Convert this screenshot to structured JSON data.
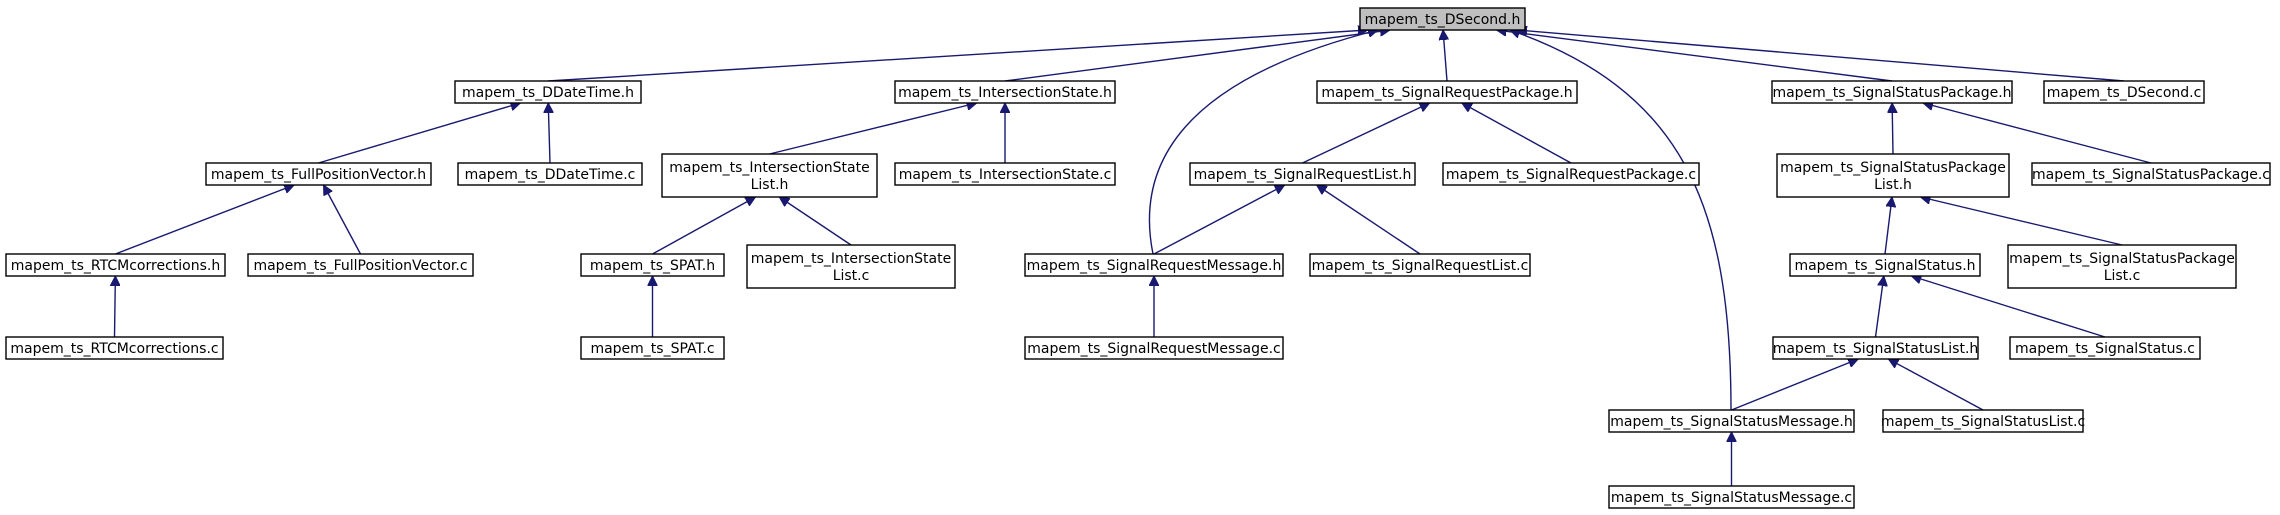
{
  "diagram": {
    "title": "",
    "colors": {
      "edge": "#191970",
      "root_fill": "#bfbfbf",
      "node_fill": "#ffffff",
      "node_border": "#000000"
    },
    "nodes": [
      {
        "id": "dsecond_h",
        "lines": [
          "mapem_ts_DSecond.h"
        ],
        "root": true
      },
      {
        "id": "ddatetime_h",
        "lines": [
          "mapem_ts_DDateTime.h"
        ]
      },
      {
        "id": "intersectionstate_h",
        "lines": [
          "mapem_ts_IntersectionState.h"
        ]
      },
      {
        "id": "signalrequestpackage_h",
        "lines": [
          "mapem_ts_SignalRequestPackage.h"
        ]
      },
      {
        "id": "signalstatuspackage_h",
        "lines": [
          "mapem_ts_SignalStatusPackage.h"
        ]
      },
      {
        "id": "dsecond_c",
        "lines": [
          "mapem_ts_DSecond.c"
        ]
      },
      {
        "id": "fullpositionvector_h",
        "lines": [
          "mapem_ts_FullPositionVector.h"
        ]
      },
      {
        "id": "ddatetime_c",
        "lines": [
          "mapem_ts_DDateTime.c"
        ]
      },
      {
        "id": "intersectionstatelist_h",
        "lines": [
          "mapem_ts_IntersectionState",
          "List.h"
        ]
      },
      {
        "id": "intersectionstate_c",
        "lines": [
          "mapem_ts_IntersectionState.c"
        ]
      },
      {
        "id": "signalrequestlist_h",
        "lines": [
          "mapem_ts_SignalRequestList.h"
        ]
      },
      {
        "id": "signalrequestpackage_c",
        "lines": [
          "mapem_ts_SignalRequestPackage.c"
        ]
      },
      {
        "id": "signalstatuspackagelist_h",
        "lines": [
          "mapem_ts_SignalStatusPackage",
          "List.h"
        ]
      },
      {
        "id": "signalstatuspackage_c",
        "lines": [
          "mapem_ts_SignalStatusPackage.c"
        ]
      },
      {
        "id": "rtcmcorrections_h",
        "lines": [
          "mapem_ts_RTCMcorrections.h"
        ]
      },
      {
        "id": "fullpositionvector_c",
        "lines": [
          "mapem_ts_FullPositionVector.c"
        ]
      },
      {
        "id": "spat_h",
        "lines": [
          "mapem_ts_SPAT.h"
        ]
      },
      {
        "id": "intersectionstatelist_c",
        "lines": [
          "mapem_ts_IntersectionState",
          "List.c"
        ]
      },
      {
        "id": "signalrequestmessage_h",
        "lines": [
          "mapem_ts_SignalRequestMessage.h"
        ]
      },
      {
        "id": "signalrequestlist_c",
        "lines": [
          "mapem_ts_SignalRequestList.c"
        ]
      },
      {
        "id": "signalstatus_h",
        "lines": [
          "mapem_ts_SignalStatus.h"
        ]
      },
      {
        "id": "signalstatuspackagelist_c",
        "lines": [
          "mapem_ts_SignalStatusPackage",
          "List.c"
        ]
      },
      {
        "id": "rtcmcorrections_c",
        "lines": [
          "mapem_ts_RTCMcorrections.c"
        ]
      },
      {
        "id": "spat_c",
        "lines": [
          "mapem_ts_SPAT.c"
        ]
      },
      {
        "id": "signalrequestmessage_c",
        "lines": [
          "mapem_ts_SignalRequestMessage.c"
        ]
      },
      {
        "id": "signalstatuslist_h",
        "lines": [
          "mapem_ts_SignalStatusList.h"
        ]
      },
      {
        "id": "signalstatus_c",
        "lines": [
          "mapem_ts_SignalStatus.c"
        ]
      },
      {
        "id": "signalstatusmessage_h",
        "lines": [
          "mapem_ts_SignalStatusMessage.h"
        ]
      },
      {
        "id": "signalstatuslist_c",
        "lines": [
          "mapem_ts_SignalStatusList.c"
        ]
      },
      {
        "id": "signalstatusmessage_c",
        "lines": [
          "mapem_ts_SignalStatusMessage.c"
        ]
      }
    ],
    "edges": [
      {
        "from": "ddatetime_h",
        "to": "dsecond_h"
      },
      {
        "from": "intersectionstate_h",
        "to": "dsecond_h"
      },
      {
        "from": "signalrequestmessage_h",
        "to": "dsecond_h"
      },
      {
        "from": "signalrequestpackage_h",
        "to": "dsecond_h"
      },
      {
        "from": "signalstatusmessage_h",
        "to": "dsecond_h"
      },
      {
        "from": "signalstatuspackage_h",
        "to": "dsecond_h"
      },
      {
        "from": "dsecond_c",
        "to": "dsecond_h"
      },
      {
        "from": "fullpositionvector_h",
        "to": "ddatetime_h"
      },
      {
        "from": "ddatetime_c",
        "to": "ddatetime_h"
      },
      {
        "from": "intersectionstatelist_h",
        "to": "intersectionstate_h"
      },
      {
        "from": "intersectionstate_c",
        "to": "intersectionstate_h"
      },
      {
        "from": "signalrequestlist_h",
        "to": "signalrequestpackage_h"
      },
      {
        "from": "signalrequestpackage_c",
        "to": "signalrequestpackage_h"
      },
      {
        "from": "signalstatuspackagelist_h",
        "to": "signalstatuspackage_h"
      },
      {
        "from": "signalstatuspackage_c",
        "to": "signalstatuspackage_h"
      },
      {
        "from": "rtcmcorrections_h",
        "to": "fullpositionvector_h"
      },
      {
        "from": "fullpositionvector_c",
        "to": "fullpositionvector_h"
      },
      {
        "from": "spat_h",
        "to": "intersectionstatelist_h"
      },
      {
        "from": "intersectionstatelist_c",
        "to": "intersectionstatelist_h"
      },
      {
        "from": "signalrequestmessage_h",
        "to": "signalrequestlist_h"
      },
      {
        "from": "signalrequestlist_c",
        "to": "signalrequestlist_h"
      },
      {
        "from": "signalstatus_h",
        "to": "signalstatuspackagelist_h"
      },
      {
        "from": "signalstatuspackagelist_c",
        "to": "signalstatuspackagelist_h"
      },
      {
        "from": "rtcmcorrections_c",
        "to": "rtcmcorrections_h"
      },
      {
        "from": "spat_c",
        "to": "spat_h"
      },
      {
        "from": "signalrequestmessage_c",
        "to": "signalrequestmessage_h"
      },
      {
        "from": "signalstatuslist_h",
        "to": "signalstatus_h"
      },
      {
        "from": "signalstatus_c",
        "to": "signalstatus_h"
      },
      {
        "from": "signalstatusmessage_h",
        "to": "signalstatuslist_h"
      },
      {
        "from": "signalstatuslist_c",
        "to": "signalstatuslist_h"
      },
      {
        "from": "signalstatusmessage_c",
        "to": "signalstatusmessage_h"
      }
    ]
  }
}
